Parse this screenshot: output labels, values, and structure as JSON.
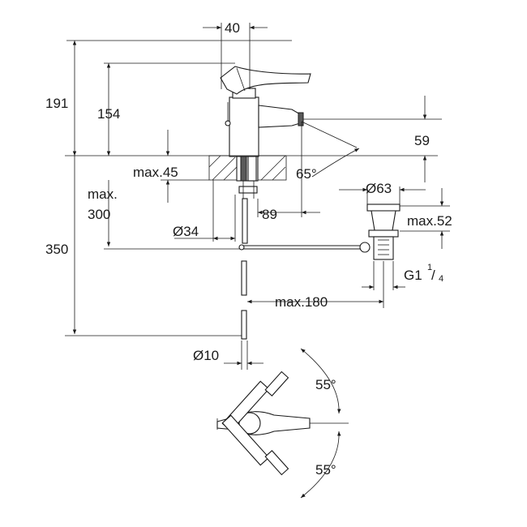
{
  "dimensions": {
    "width_40": "40",
    "height_191": "191",
    "height_154": "154",
    "height_59": "59",
    "max45": "max.45",
    "angle_65": "65°",
    "dia_63": "Ø63",
    "max300_line1": "max.",
    "max300_line2": "300",
    "dist_89": "89",
    "max52": "max.52",
    "dia_34": "Ø34",
    "height_350": "350",
    "thread_base": "G1",
    "thread_num": "1",
    "thread_den": "4",
    "max180": "max.180",
    "dia_10": "Ø10",
    "angle_55_top": "55°",
    "angle_55_bottom": "55°"
  },
  "colors": {
    "line": "#1a1a1a",
    "fill_dark": "#5a5a5a",
    "background": "#ffffff"
  }
}
